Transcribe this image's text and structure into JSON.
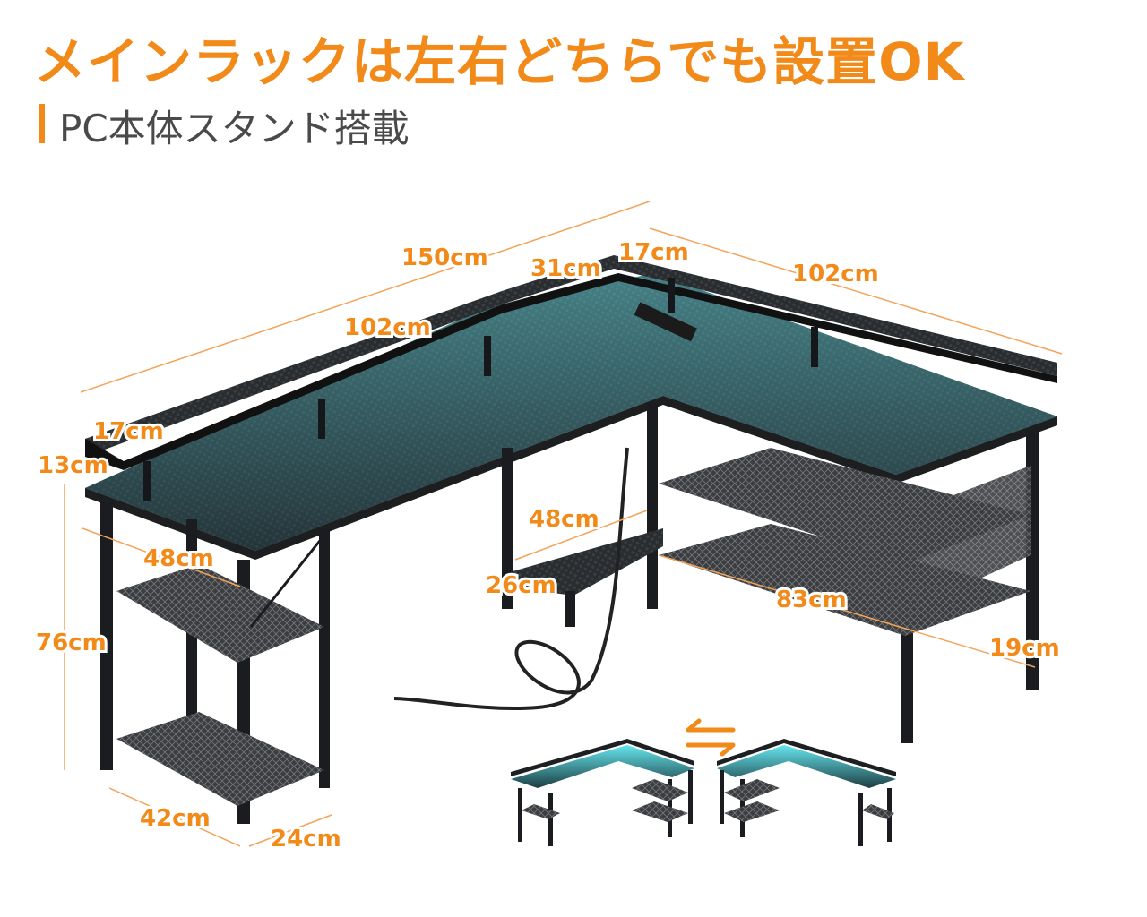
{
  "headline": "メインラックは左右どちらでも設置OK",
  "subtitle": "PC本体スタンド搭載",
  "accent_color": "#f28a1a",
  "dimensions": {
    "total_width": "150cm",
    "monitor_shelf_center": "31cm",
    "shelf_depth_top": "17cm",
    "right_wing_length": "102cm",
    "left_wing_length": "102cm",
    "shelf_depth_left": "17cm",
    "shelf_height": "13cm",
    "rack_depth_left": "48cm",
    "desk_height": "76cm",
    "pc_stand_depth": "48cm",
    "pc_stand_width": "26cm",
    "right_rack_width": "83cm",
    "right_rack_depth": "19cm",
    "left_rack_width": "42cm",
    "left_rack_depth": "24cm"
  },
  "swap_icon": "swap-arrows-icon"
}
